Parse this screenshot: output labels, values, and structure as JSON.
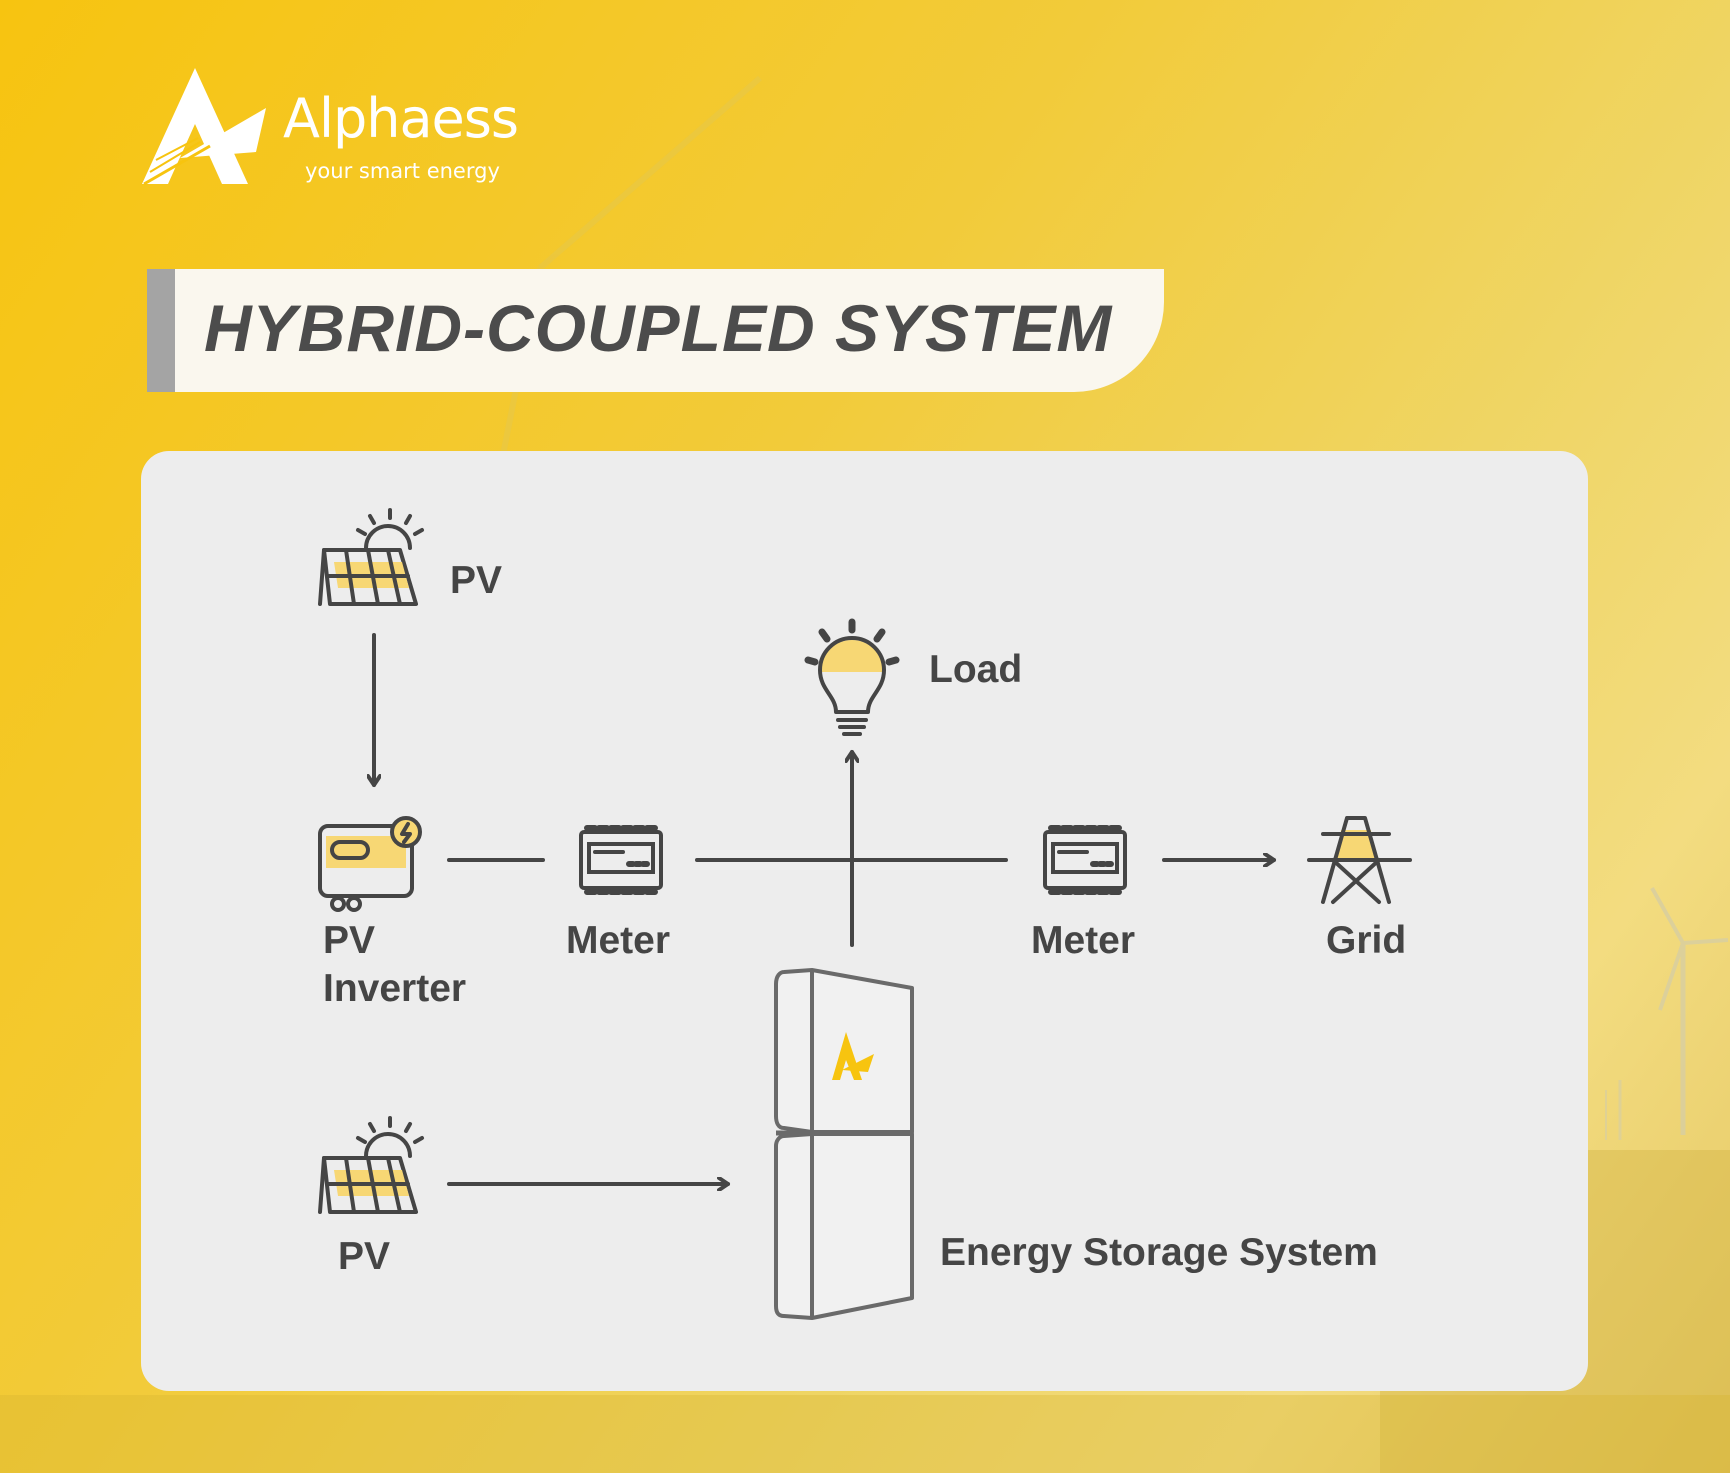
{
  "brand": {
    "name": "Alphaess",
    "tagline": "your smart energy"
  },
  "title": "HYBRID-COUPLED SYSTEM",
  "nodes": {
    "pv_top": {
      "label": "PV",
      "icon": "solar-panel-icon"
    },
    "pv_inverter": {
      "label_line1": "PV",
      "label_line2": "Inverter",
      "icon": "pv-inverter-icon"
    },
    "meter_left": {
      "label": "Meter",
      "icon": "meter-icon"
    },
    "load": {
      "label": "Load",
      "icon": "light-bulb-icon"
    },
    "meter_right": {
      "label": "Meter",
      "icon": "meter-icon"
    },
    "grid": {
      "label": "Grid",
      "icon": "power-tower-icon"
    },
    "pv_bottom": {
      "label": "PV",
      "icon": "solar-panel-icon"
    },
    "ess": {
      "label": "Energy Storage System",
      "icon": "battery-cabinet-icon"
    }
  },
  "colors": {
    "accent": "#f7c40f",
    "icon_fill": "#f7d774",
    "stroke": "#454545",
    "panel": "#ededed",
    "title_bar": "#a4a4a4"
  }
}
